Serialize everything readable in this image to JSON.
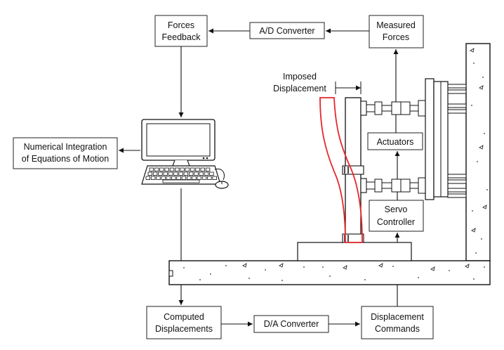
{
  "boxes": {
    "forces_feedback": [
      "Forces",
      "Feedback"
    ],
    "ad_converter": [
      "A/D Converter"
    ],
    "measured_forces": [
      "Measured",
      "Forces"
    ],
    "numerical_integration": [
      "Numerical Integration",
      "of Equations of Motion"
    ],
    "actuators": [
      "Actuators"
    ],
    "servo_controller": [
      "Servo",
      "Controller"
    ],
    "computed_displacements": [
      "Computed",
      "Displacements"
    ],
    "da_converter": [
      "D/A Converter"
    ],
    "displacement_commands": [
      "Displacement",
      "Commands"
    ]
  },
  "annotations": {
    "imposed_displacement": [
      "Imposed",
      "Displacement"
    ]
  },
  "colors": {
    "deformed_shape": "#e8262a",
    "line": "#111111"
  },
  "icons": [
    "computer-monitor-icon",
    "keyboard-icon",
    "mouse-icon"
  ]
}
